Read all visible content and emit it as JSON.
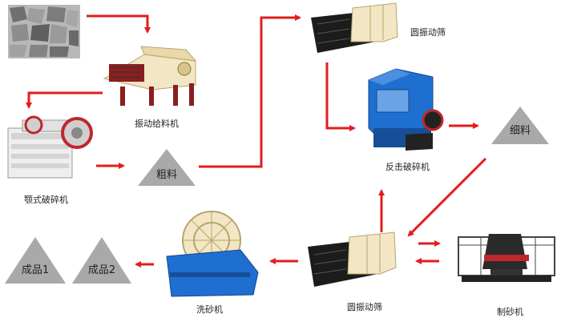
{
  "nodes": {
    "raw_stone": {
      "icon": "rock-pile-icon"
    },
    "vibrating_feeder": {
      "label": "振动给料机",
      "icon": "vibrating-feeder-icon"
    },
    "jaw_crusher": {
      "label": "颚式破碎机",
      "icon": "jaw-crusher-icon"
    },
    "coarse_material": {
      "label": "粗料"
    },
    "circular_screen_top": {
      "label": "圆振动筛",
      "icon": "vibrating-screen-icon"
    },
    "impact_crusher": {
      "label": "反击破碎机",
      "icon": "impact-crusher-icon"
    },
    "fine_material": {
      "label": "细料"
    },
    "sand_maker": {
      "label": "制砂机",
      "icon": "sand-making-machine-icon"
    },
    "circular_screen_bottom": {
      "label": "圆振动筛",
      "icon": "vibrating-screen-icon"
    },
    "sand_washer": {
      "label": "洗砂机",
      "icon": "sand-washer-icon"
    },
    "product_2": {
      "label": "成品2"
    },
    "product_1": {
      "label": "成品1"
    }
  },
  "colors": {
    "arrow": "#e11d1d",
    "pile": "#a9a9a9",
    "machine_yellow": "#f2e6c4",
    "machine_blue": "#1f6fd1",
    "machine_dark": "#1c1c1c",
    "rock": "#8c8c8c"
  }
}
